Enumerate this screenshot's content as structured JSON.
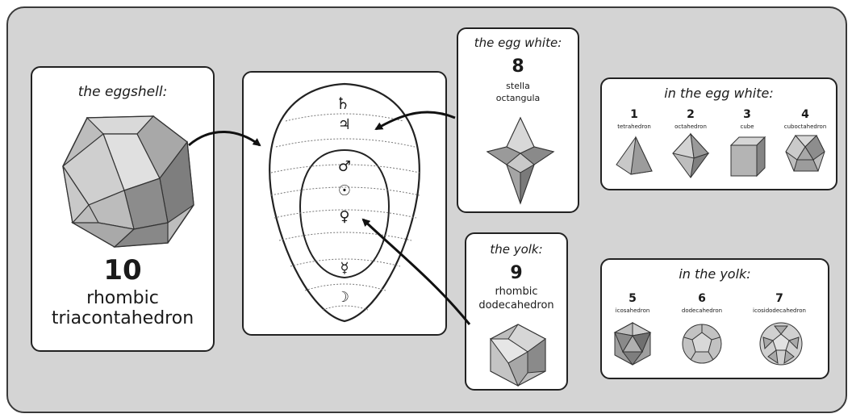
{
  "eggshell": {
    "heading": "the eggshell:",
    "number": "10",
    "name_line1": "rhombic",
    "name_line2": "triacontahedron"
  },
  "egg_white": {
    "heading": "the egg white:",
    "number": "8",
    "name_line1": "stella",
    "name_line2": "octangula"
  },
  "yolk": {
    "heading": "the yolk:",
    "number": "9",
    "name_line1": "rhombic",
    "name_line2": "dodecahedron"
  },
  "in_egg_white": {
    "heading": "in the egg white:",
    "items": [
      {
        "number": "1",
        "name": "tetrahedron"
      },
      {
        "number": "2",
        "name": "octahedron"
      },
      {
        "number": "3",
        "name": "cube"
      },
      {
        "number": "4",
        "name": "cuboctahedron"
      }
    ]
  },
  "in_yolk": {
    "heading": "in the yolk:",
    "items": [
      {
        "number": "5",
        "name": "icosahedron"
      },
      {
        "number": "6",
        "name": "dodecahedron"
      },
      {
        "number": "7",
        "name": "icosidodecahedron"
      }
    ]
  },
  "symbols": {
    "saturn": "♄",
    "jupiter": "♃",
    "mars": "♂",
    "sun": "☉",
    "venus": "♀",
    "mercury": "☿",
    "moon": "☽"
  }
}
